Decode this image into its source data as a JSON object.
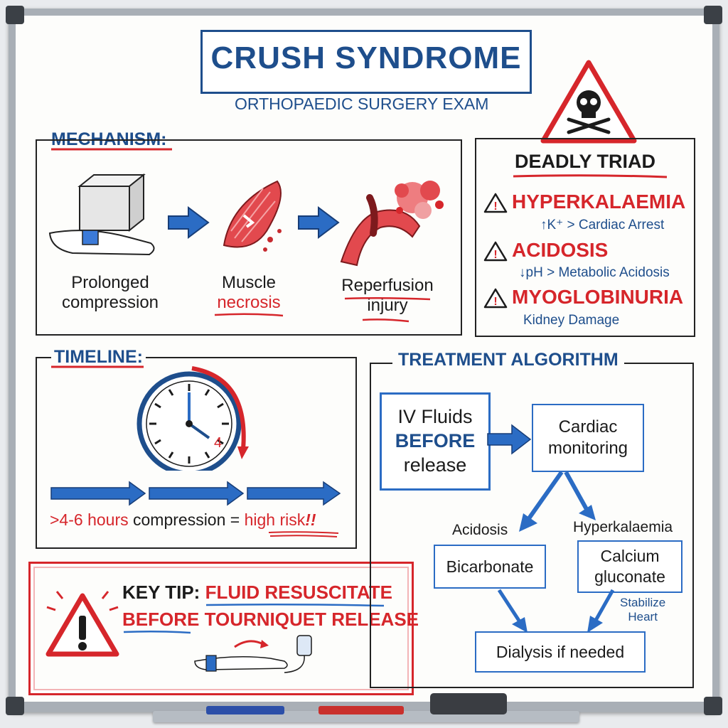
{
  "title": "CRUSH SYNDROME",
  "subtitle": "ORTHOPAEDIC SURGERY EXAM",
  "mechanism": {
    "heading": "MECHANISM:",
    "steps": [
      {
        "line1": "Prolonged",
        "line2": "compression"
      },
      {
        "line1": "Muscle",
        "line2": "necrosis"
      },
      {
        "line1": "Reperfusion",
        "line2": "injury"
      }
    ]
  },
  "triad": {
    "heading": "DEADLY TRIAD",
    "items": [
      {
        "name": "HYPERKALAEMIA",
        "detail": "↑K⁺ > Cardiac Arrest"
      },
      {
        "name": "ACIDOSIS",
        "detail": "↓pH > Metabolic Acidosis"
      },
      {
        "name": "MYOGLOBINURIA",
        "detail": "Kidney Damage"
      }
    ]
  },
  "timeline": {
    "heading": "TIMELINE:",
    "clock_number": "4",
    "note_prefix": ">4-6 hours",
    "note_middle": "compression =",
    "note_highlight": "high risk",
    "note_suffix": "!!"
  },
  "treatment": {
    "heading": "TREATMENT ALGORITHM",
    "iv_line1": "IV Fluids",
    "iv_line2": "BEFORE",
    "iv_line3": "release",
    "cardiac_line1": "Cardiac",
    "cardiac_line2": "monitoring",
    "left_label": "Acidosis",
    "right_label": "Hyperkalaemia",
    "left_box": "Bicarbonate",
    "right_box_line1": "Calcium",
    "right_box_line2": "gluconate",
    "stabilize_line1": "Stabilize",
    "stabilize_line2": "Heart",
    "final": "Dialysis if needed"
  },
  "tip": {
    "label": "KEY TIP:",
    "line1": "FLUID RESUSCITATE",
    "line2": "BEFORE TOURNIQUET RELEASE"
  },
  "colors": {
    "red": "#d6262b",
    "blue": "#1e4e8c",
    "arrow_blue": "#2b6cc4"
  }
}
